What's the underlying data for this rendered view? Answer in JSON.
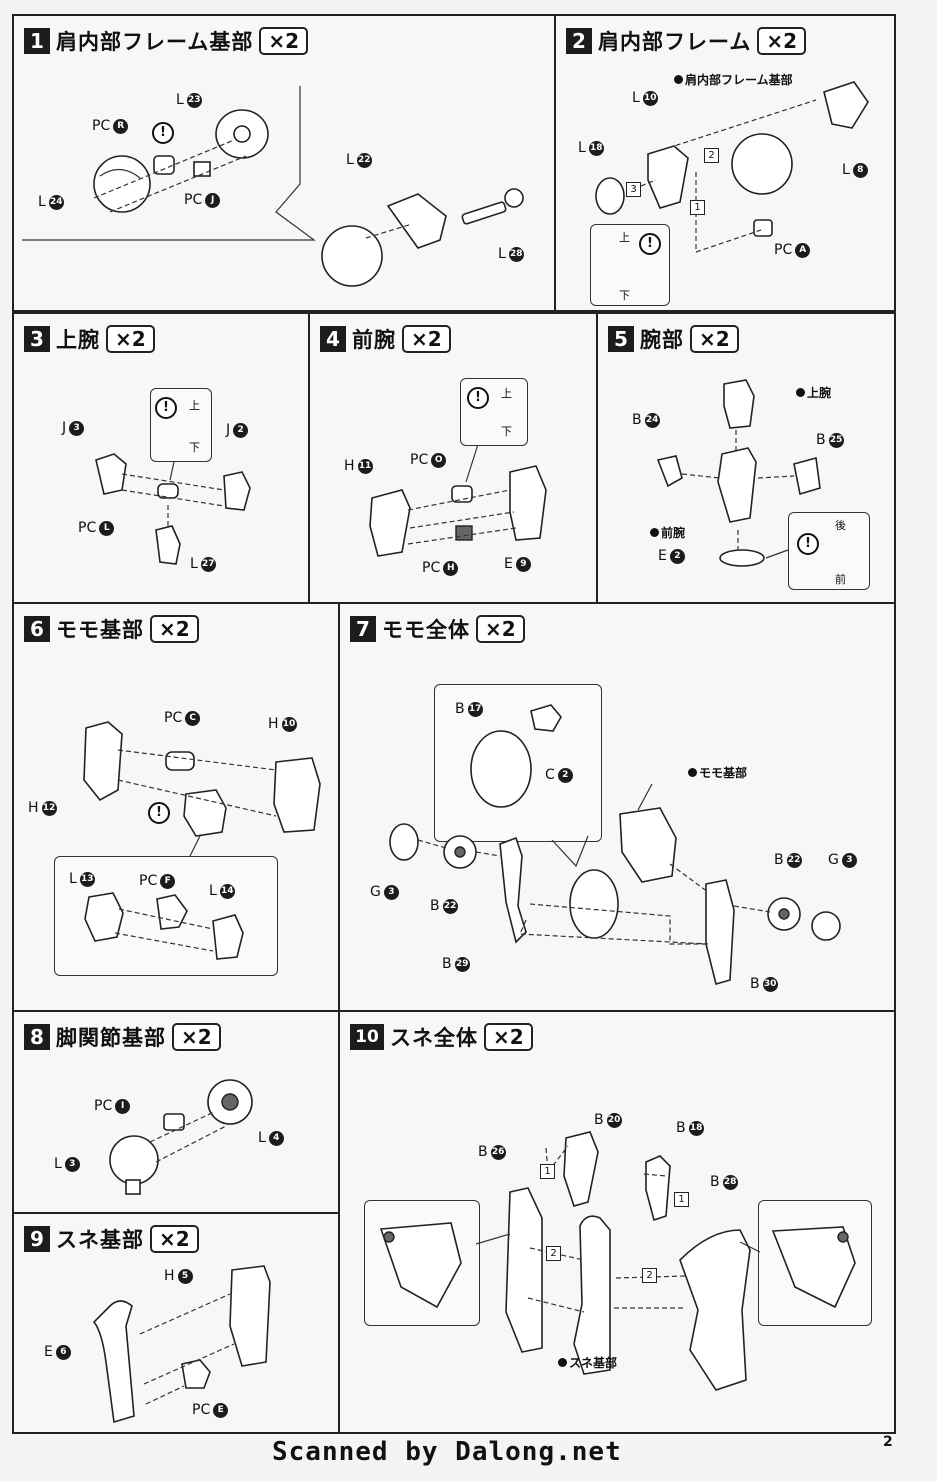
{
  "panels": [
    {
      "num": "1",
      "title": "肩内部フレーム基部",
      "qty": "×2"
    },
    {
      "num": "2",
      "title": "肩内部フレーム",
      "qty": "×2"
    },
    {
      "num": "3",
      "title": "上腕",
      "qty": "×2"
    },
    {
      "num": "4",
      "title": "前腕",
      "qty": "×2"
    },
    {
      "num": "5",
      "title": "腕部",
      "qty": "×2"
    },
    {
      "num": "6",
      "title": "モモ基部",
      "qty": "×2"
    },
    {
      "num": "7",
      "title": "モモ全体",
      "qty": "×2"
    },
    {
      "num": "8",
      "title": "脚関節基部",
      "qty": "×2"
    },
    {
      "num": "9",
      "title": "スネ基部",
      "qty": "×2"
    },
    {
      "num": "10",
      "title": "スネ全体",
      "qty": "×2"
    }
  ],
  "parts": {
    "p1": [
      {
        "grp": "L",
        "n": "23"
      },
      {
        "grp": "PC",
        "n": "R"
      },
      {
        "grp": "PC",
        "n": "J"
      },
      {
        "grp": "L",
        "n": "24"
      },
      {
        "grp": "L",
        "n": "22"
      },
      {
        "grp": "L",
        "n": "28"
      }
    ],
    "p2": [
      {
        "grp": "L",
        "n": "10"
      },
      {
        "grp": "L",
        "n": "18"
      },
      {
        "grp": "L",
        "n": "8"
      },
      {
        "grp": "PC",
        "n": "A"
      }
    ],
    "p3": [
      {
        "grp": "J",
        "n": "3"
      },
      {
        "grp": "J",
        "n": "2"
      },
      {
        "grp": "PC",
        "n": "L"
      },
      {
        "grp": "L",
        "n": "27"
      }
    ],
    "p4": [
      {
        "grp": "H",
        "n": "11"
      },
      {
        "grp": "PC",
        "n": "O"
      },
      {
        "grp": "PC",
        "n": "H"
      },
      {
        "grp": "E",
        "n": "9"
      }
    ],
    "p5": [
      {
        "grp": "B",
        "n": "24"
      },
      {
        "grp": "B",
        "n": "25"
      },
      {
        "grp": "E",
        "n": "2"
      }
    ],
    "p6": [
      {
        "grp": "PC",
        "n": "C"
      },
      {
        "grp": "H",
        "n": "10"
      },
      {
        "grp": "H",
        "n": "12"
      },
      {
        "grp": "L",
        "n": "13"
      },
      {
        "grp": "PC",
        "n": "F"
      },
      {
        "grp": "L",
        "n": "14"
      }
    ],
    "p7": [
      {
        "grp": "B",
        "n": "17"
      },
      {
        "grp": "C",
        "n": "2"
      },
      {
        "grp": "G",
        "n": "3"
      },
      {
        "grp": "B",
        "n": "22"
      },
      {
        "grp": "B",
        "n": "29"
      },
      {
        "grp": "B",
        "n": "22"
      },
      {
        "grp": "G",
        "n": "3"
      },
      {
        "grp": "B",
        "n": "30"
      }
    ],
    "p8": [
      {
        "grp": "PC",
        "n": "I"
      },
      {
        "grp": "L",
        "n": "4"
      },
      {
        "grp": "L",
        "n": "3"
      }
    ],
    "p9": [
      {
        "grp": "H",
        "n": "5"
      },
      {
        "grp": "E",
        "n": "6"
      },
      {
        "grp": "PC",
        "n": "E"
      }
    ],
    "p10": [
      {
        "grp": "B",
        "n": "20"
      },
      {
        "grp": "B",
        "n": "18"
      },
      {
        "grp": "B",
        "n": "26"
      },
      {
        "grp": "B",
        "n": "28"
      }
    ]
  },
  "notes": {
    "p2_frame_base": "肩内部フレーム基部",
    "p5_upper_arm": "上腕",
    "p5_forearm": "前腕",
    "p7_thigh_base": "モモ基部",
    "p10_shin_base": "スネ基部"
  },
  "directions": {
    "up": "上",
    "down": "下",
    "back": "後",
    "front": "前"
  },
  "steps": {
    "s1": "1",
    "s2": "2",
    "s3": "3"
  },
  "caution_mark": "!",
  "footer": "Scanned by Dalong.net",
  "page_number": "2"
}
